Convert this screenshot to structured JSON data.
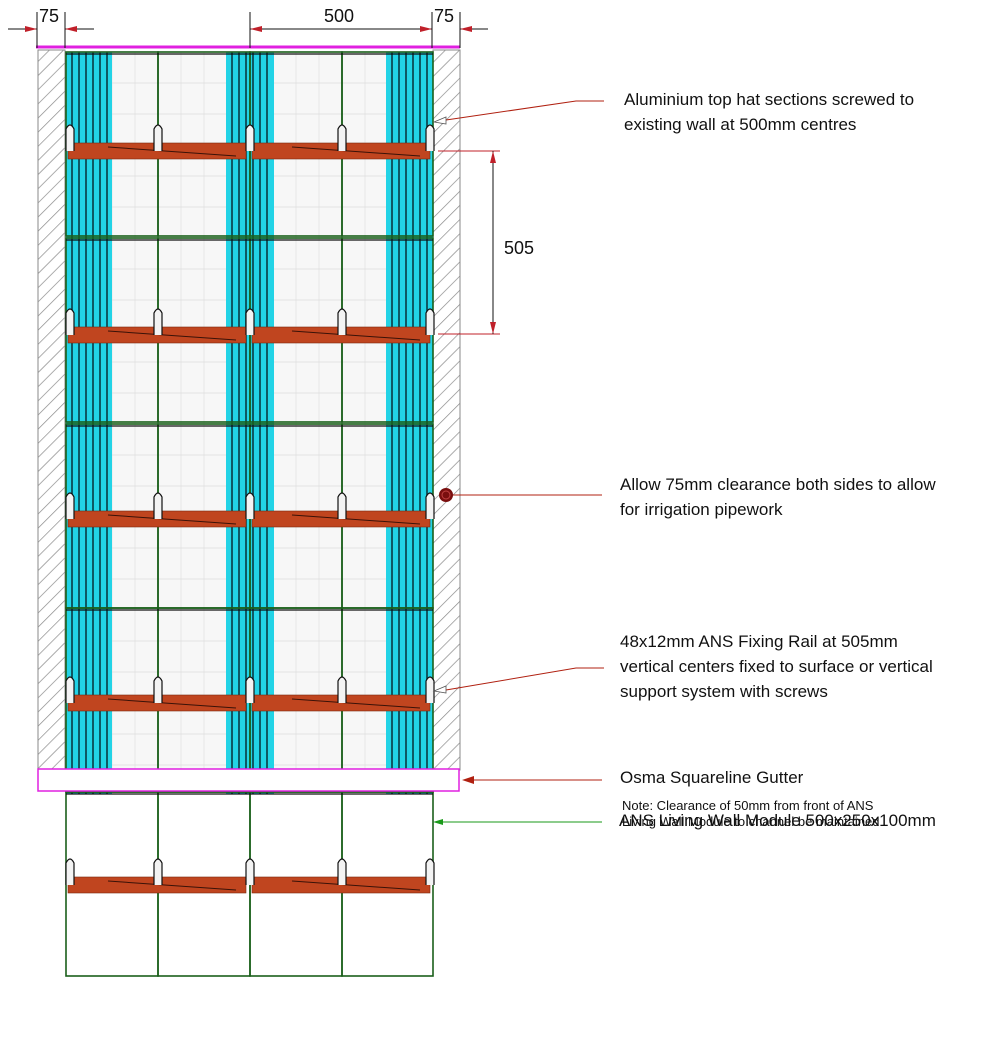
{
  "dimensions": {
    "left_clearance": "75",
    "module_width": "500",
    "right_clearance": "75",
    "rail_spacing": "505"
  },
  "annotations": {
    "top_hat": [
      "Aluminium top hat sections screwed to",
      "existing wall at 500mm centres"
    ],
    "clearance": [
      "Allow 75mm clearance both sides to allow",
      "for irrigation pipework"
    ],
    "fixing_rail": [
      "48x12mm ANS Fixing Rail at 505mm",
      "vertical centers fixed to surface or vertical",
      "support system with screws"
    ],
    "module": [
      "ANS Living Wall Module 500x250x100mm"
    ],
    "gutter": [
      "Osma Squareline Gutter"
    ],
    "note": [
      "Note: Clearance of 50mm from front of ANS",
      "Living Wall Module to channel be maintained"
    ]
  },
  "colors": {
    "top_hat_channel": "#22d3e6",
    "fixing_rail": "#c0451f",
    "module_outline": "#1a5f1a",
    "gutter": "#e020e0",
    "leader_red": "#b02010",
    "leader_green": "#1a9a1a",
    "hatch": "#8a8a8a",
    "pipe": "#7a0e0e"
  }
}
